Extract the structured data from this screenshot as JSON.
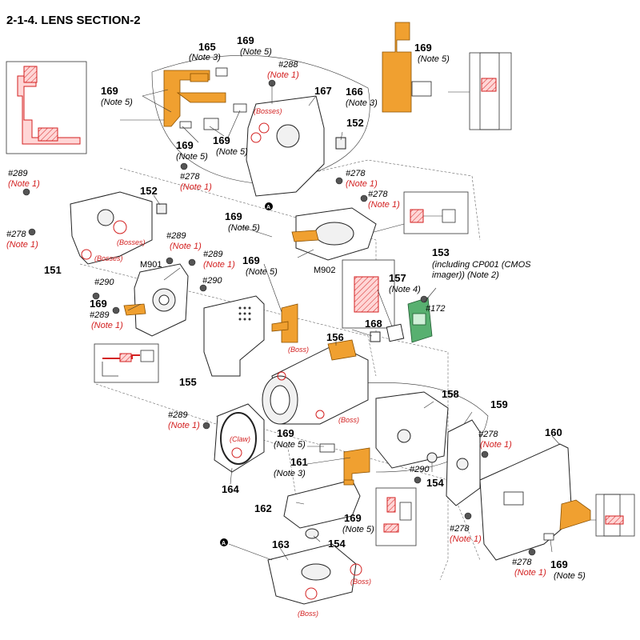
{
  "title": "2-1-4. LENS SECTION-2",
  "parts": {
    "p151": "151",
    "p152a": "152",
    "p152b": "152",
    "p153": "153",
    "p154a": "154",
    "p154b": "154",
    "p155": "155",
    "p156": "156",
    "p157": "157",
    "p158": "158",
    "p159": "159",
    "p160": "160",
    "p161": "161",
    "p162": "162",
    "p163": "163",
    "p164": "164",
    "p165": "165",
    "p166": "166",
    "p167": "167",
    "p168": "168",
    "p169a": "169",
    "p169b": "169",
    "p169c": "169",
    "p169d": "169",
    "p169e": "169",
    "p169f": "169",
    "p169g": "169",
    "p169h": "169",
    "p169i": "169",
    "p169j": "169",
    "p169k": "169",
    "m901": "M901",
    "m902": "M902"
  },
  "screws": {
    "s288": "#288",
    "s289a": "#289",
    "s289b": "#289",
    "s289c": "#289",
    "s289d": "#289",
    "s289e": "#289",
    "s278a": "#278",
    "s278b": "#278",
    "s278c": "#278",
    "s278d": "#278",
    "s278e": "#278",
    "s278f": "#278",
    "s278g": "#278",
    "s290a": "#290",
    "s290b": "#290",
    "s290c": "#290",
    "s172": "#172"
  },
  "notes": {
    "note1": "(Note 1)",
    "note2": "(Note 2)",
    "note3": "(Note 3)",
    "note4": "(Note 4)",
    "note5": "(Note 5)"
  },
  "labels": {
    "bosses": "(Bosses)",
    "boss": "(Boss)",
    "claw": "(Claw)",
    "including_line1": "(including CP001 (CMOS",
    "including_line2": "imager)) (Note 2)",
    "marker_a": "A"
  },
  "colors": {
    "flex_orange": "#f0a030",
    "sensor_green": "#58b070",
    "note_red": "#d32020"
  }
}
